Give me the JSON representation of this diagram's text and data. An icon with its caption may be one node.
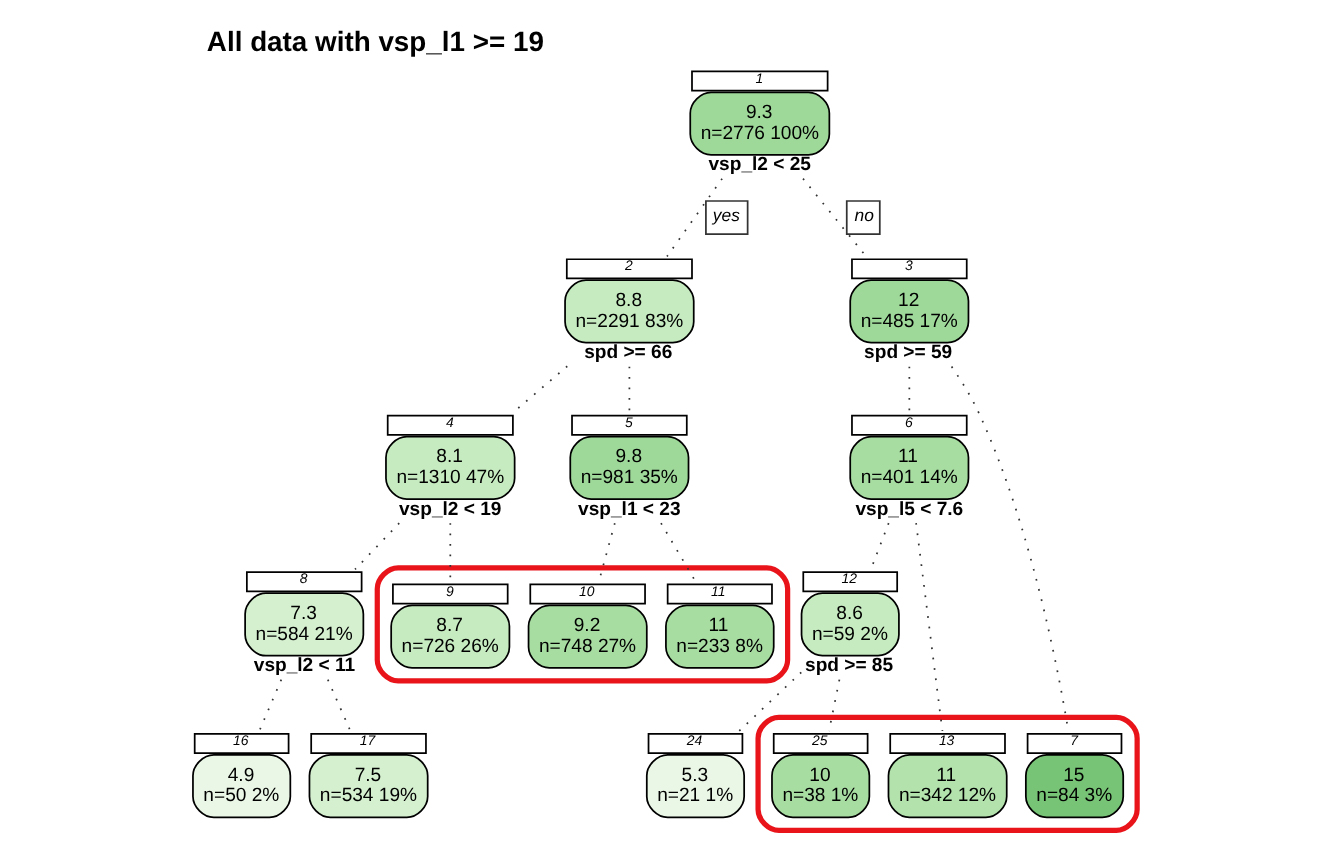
{
  "diagram": {
    "title": "All data with vsp_l1 >= 19",
    "nodes": [
      {
        "text": [
          "9.3",
          "n=2776 100%"
        ],
        "beside": [
          "1",
          "vsp_l2 < 25"
        ]
      },
      {
        "text": [
          "8.8",
          "n=2291 83%"
        ],
        "beside": [
          "2",
          "spd >= 66"
        ]
      },
      {
        "text": [
          "12",
          "n=485 17%"
        ],
        "beside": [
          "3",
          "spd >= 59"
        ]
      },
      {
        "text": [
          "8.1",
          "n=1310 47%"
        ],
        "beside": [
          "4",
          "vsp_l2 < 19"
        ]
      },
      {
        "text": [
          "9.8",
          "n=981 35%"
        ],
        "beside": [
          "5",
          "vsp_l1 < 23"
        ]
      },
      {
        "text": [
          "11",
          "n=401 14%"
        ],
        "beside": [
          "6",
          "vsp_l5 < 7.6"
        ]
      },
      {
        "text": [
          "7.3",
          "n=584 21%"
        ],
        "beside": [
          "8",
          "vsp_l2 < 11"
        ]
      },
      {
        "text": [
          "8.6",
          "n=59 2%"
        ],
        "beside": [
          "12",
          "spd >= 85"
        ]
      },
      {
        "text": [],
        "shape": "ellipse"
      },
      {
        "text": [],
        "shape": "ellipse"
      },
      {
        "text": [
          "4.9",
          "n=50 2%"
        ],
        "beside": [
          "16"
        ]
      },
      {
        "text": [
          "7.5",
          "n=534 19%"
        ],
        "beside": [
          "17"
        ]
      },
      {
        "text": [
          "8.7",
          "n=726 26%"
        ],
        "beside": [
          "9"
        ],
        "in": 8
      },
      {
        "text": [
          "9.2",
          "n=748 27%"
        ],
        "beside": [
          "10"
        ],
        "in": 8
      },
      {
        "text": [
          "11",
          "n=233 8%"
        ],
        "beside": [
          "11"
        ],
        "in": 8
      },
      {
        "text": [
          "5.3",
          "n=21 1%"
        ],
        "beside": [
          "24"
        ]
      },
      {
        "text": [
          "10",
          "n=38 1%"
        ],
        "beside": [
          "25"
        ],
        "in": 9
      },
      {
        "text": [
          "11",
          "n=342 12%"
        ],
        "beside": [
          "13"
        ],
        "in": 9
      },
      {
        "text": [
          "15",
          "n=84 3%"
        ],
        "beside": [
          "7"
        ],
        "in": 9
      }
    ],
    "edges": [
      {
        "from": 0,
        "to": 1,
        "arrow": "none",
        "label": "yes",
        "style": "dashed"
      },
      {
        "from": 0,
        "to": 2,
        "arrow": "none",
        "label": "no",
        "style": "dashed"
      },
      {
        "from": 1,
        "to": 3,
        "arrow": "none",
        "style": "dashed"
      },
      {
        "from": 1,
        "to": 4,
        "arrow": "none",
        "style": "dashed"
      },
      {
        "from": 2,
        "to": 5,
        "arrow": "none",
        "style": "dashed"
      },
      {
        "from": 2,
        "to": 18,
        "arrow": "none",
        "style": "dashed"
      },
      {
        "from": 3,
        "to": 6,
        "arrow": "none",
        "style": "dashed"
      },
      {
        "from": 3,
        "to": 12,
        "arrow": "none",
        "style": "dashed"
      },
      {
        "from": 4,
        "to": 13,
        "arrow": "none",
        "style": "dashed"
      },
      {
        "from": 4,
        "to": 14,
        "arrow": "none",
        "style": "dashed"
      },
      {
        "from": 5,
        "to": 7,
        "arrow": "none",
        "style": "dashed"
      },
      {
        "from": 5,
        "to": 17,
        "arrow": "none",
        "style": "dashed"
      },
      {
        "from": 6,
        "to": 10,
        "arrow": "none",
        "style": "dashed"
      },
      {
        "from": 6,
        "to": 11,
        "arrow": "none",
        "style": "dashed"
      },
      {
        "from": 7,
        "to": 15,
        "arrow": "none",
        "style": "dashed"
      },
      {
        "from": 7,
        "to": 16,
        "arrow": "none",
        "style": "dashed"
      }
    ]
  }
}
